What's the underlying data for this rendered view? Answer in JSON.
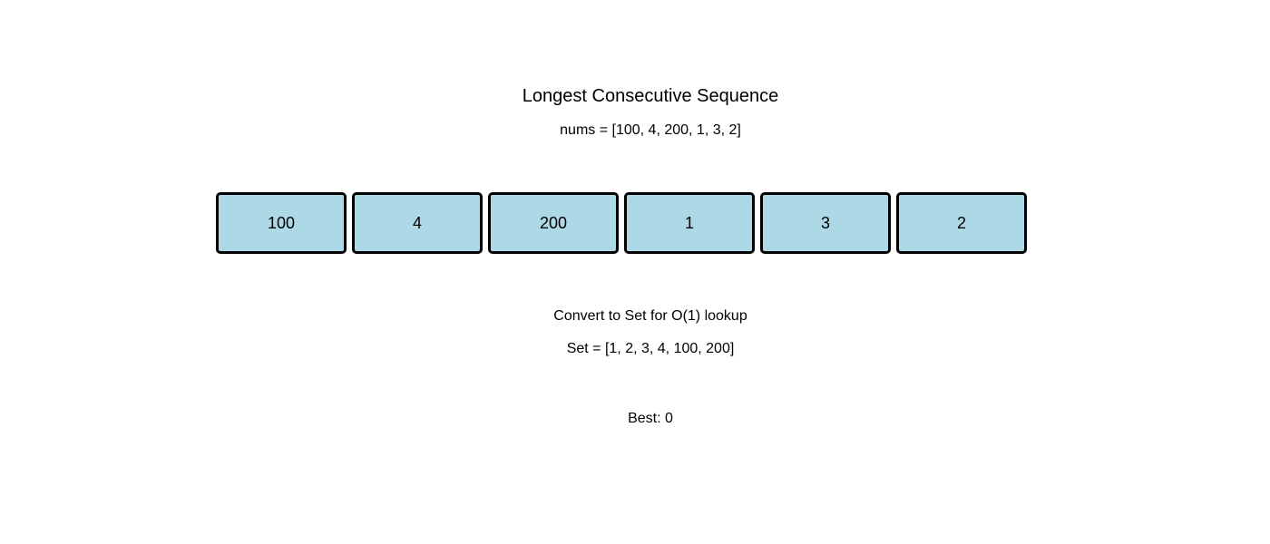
{
  "header": {
    "title": "Longest Consecutive Sequence",
    "subtitle": "nums = [100, 4, 200, 1, 3, 2]"
  },
  "array_boxes": {
    "values": [
      "100",
      "4",
      "200",
      "1",
      "3",
      "2"
    ]
  },
  "annotations": {
    "convert_label": "Convert to Set for O(1) lookup",
    "set_label": "Set = [1, 2, 3, 4, 100, 200]",
    "best_label": "Best: 0"
  },
  "colors": {
    "background": "#ffffff",
    "box_fill": "#add8e6",
    "box_border": "#000000",
    "text": "#000000"
  }
}
